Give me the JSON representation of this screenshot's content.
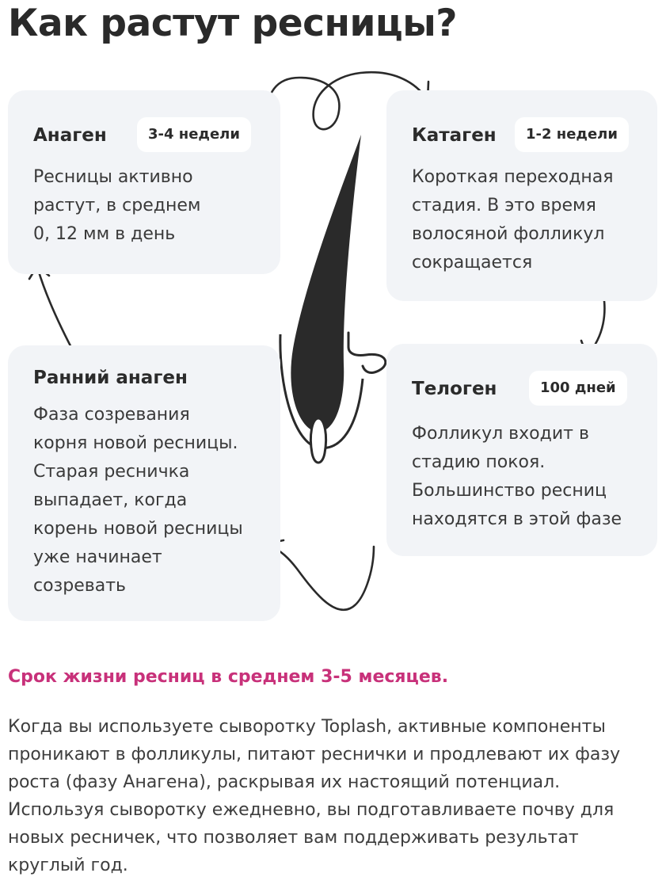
{
  "title": "Как растут ресницы?",
  "phases": {
    "anagen": {
      "name": "Анаген",
      "duration": "3-4 недели",
      "lines": [
        "Ресницы активно",
        "растут, в среднем",
        "0, 12 мм в день"
      ]
    },
    "catagen": {
      "name": "Катаген",
      "duration": "1-2 недели",
      "lines": [
        "Короткая переходная",
        "стадия. В это время",
        "волосяной фолликул",
        "сокращается"
      ]
    },
    "early_anagen": {
      "name": "Ранний анаген",
      "lines": [
        "Фаза созревания",
        "корня новой ресницы.",
        "Старая ресничка",
        "выпадает, когда",
        "корень новой ресницы",
        "уже начинает",
        "созревать"
      ]
    },
    "telogen": {
      "name": "Телоген",
      "duration": "100 дней",
      "lines": [
        "Фолликул входит в",
        "стадию покоя.",
        "Большинство ресниц",
        "находятся в этой фазе"
      ]
    }
  },
  "highlight": "Срок жизни ресниц в среднем 3-5 месяцев.",
  "paragraph": [
    "Когда вы используете сыворотку Toplash, активные компоненты",
    "проникают в фолликулы, питают реснички и продлевают их фазу",
    "роста (фазу Анагена), раскрывая их настоящий потенциал.",
    "Используя сыворотку ежедневно, вы подготавливаете почву для",
    "новых ресничек, что позволяет вам поддерживать результат",
    "круглый год."
  ],
  "colors": {
    "accent": "#c8317a",
    "card_bg": "#f2f4f7",
    "ink": "#2b2b2b"
  },
  "icons": [
    "cycle-arrow-icon",
    "eyelash-follicle-icon"
  ]
}
